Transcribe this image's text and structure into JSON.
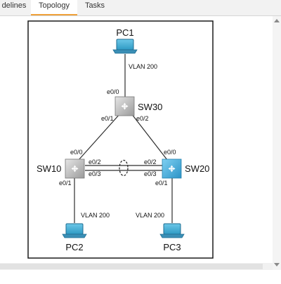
{
  "tabs": [
    {
      "label": "delines",
      "active": false
    },
    {
      "label": "Topology",
      "active": true
    },
    {
      "label": "Tasks",
      "active": false
    }
  ],
  "accent_color": "#f0a13a",
  "switch_color": "#3aa7d9",
  "topology": {
    "devices": {
      "pc1": "PC1",
      "pc2": "PC2",
      "pc3": "PC3",
      "sw10": "SW10",
      "sw20": "SW20",
      "sw30": "SW30"
    },
    "vlans": {
      "pc1": "VLAN 200",
      "pc2": "VLAN 200",
      "pc3": "VLAN 200"
    },
    "ports": {
      "sw30_e00": "e0/0",
      "sw30_e01": "e0/1",
      "sw30_e02": "e0/2",
      "sw10_e00": "e0/0",
      "sw10_e02": "e0/2",
      "sw10_e03": "e0/3",
      "sw10_e01": "e0/1",
      "sw20_e00": "e0/0",
      "sw20_e02": "e0/2",
      "sw20_e03": "e0/3",
      "sw20_e01": "e0/1"
    }
  }
}
